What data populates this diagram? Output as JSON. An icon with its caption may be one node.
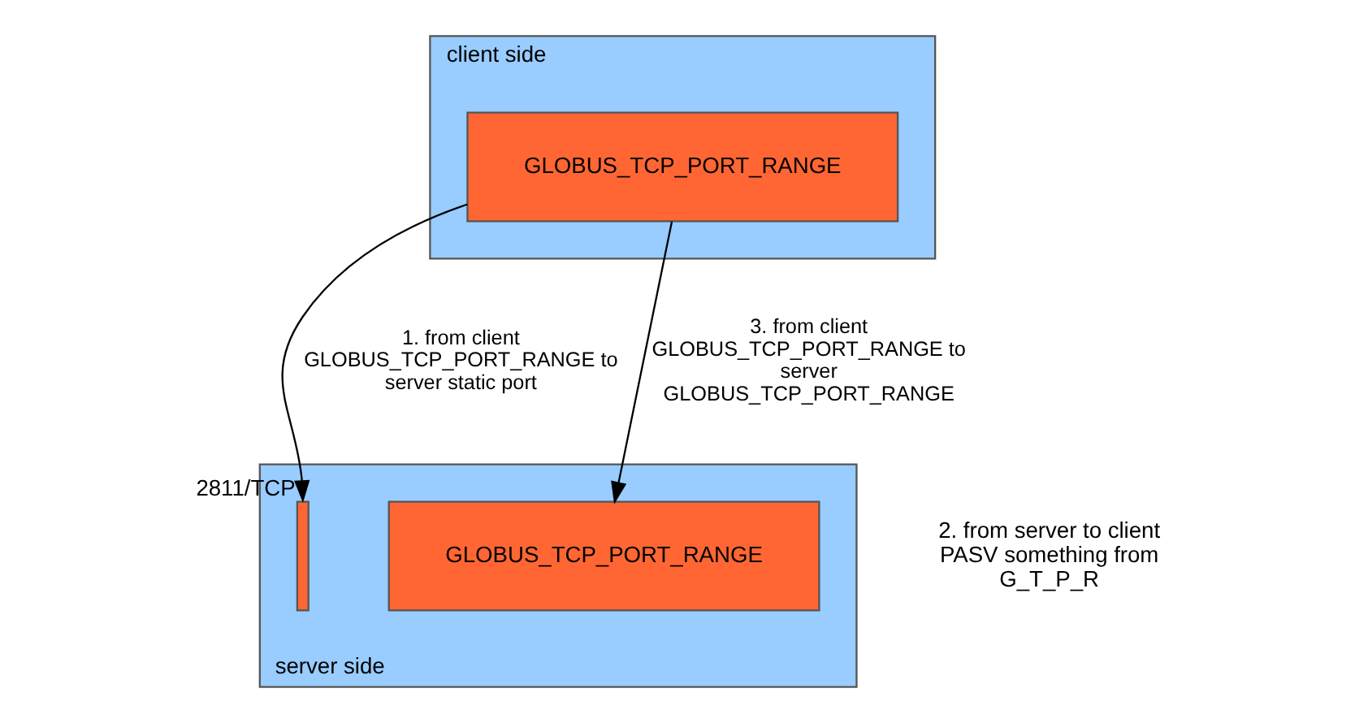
{
  "diagram": {
    "nodes": [
      {
        "text": [],
        "shape": "bar",
        "beside": [
          "client side"
        ]
      },
      {
        "text": [
          "GLOBUS_TCP_PORT_RANGE"
        ],
        "in": 0
      },
      {
        "text": [],
        "shape": "bar",
        "beside": [
          "server side"
        ]
      },
      {
        "text": [],
        "shape": "bar",
        "in": 2,
        "beside": [
          "2811/TCP"
        ]
      },
      {
        "text": [
          "GLOBUS_TCP_PORT_RANGE"
        ],
        "in": 2
      }
    ],
    "edges": [
      {
        "from": 1,
        "to": 3,
        "arrow": "to",
        "label": "1. from client GLOBUS_TCP_PORT_RANGE to server static port"
      },
      {
        "from": 1,
        "to": 4,
        "arrow": "to",
        "label": "3. from client GLOBUS_TCP_PORT_RANGE to server GLOBUS_TCP_PORT_RANGE"
      }
    ],
    "labels": [
      "2. from server to client PASV something from G_T_P_R"
    ]
  }
}
